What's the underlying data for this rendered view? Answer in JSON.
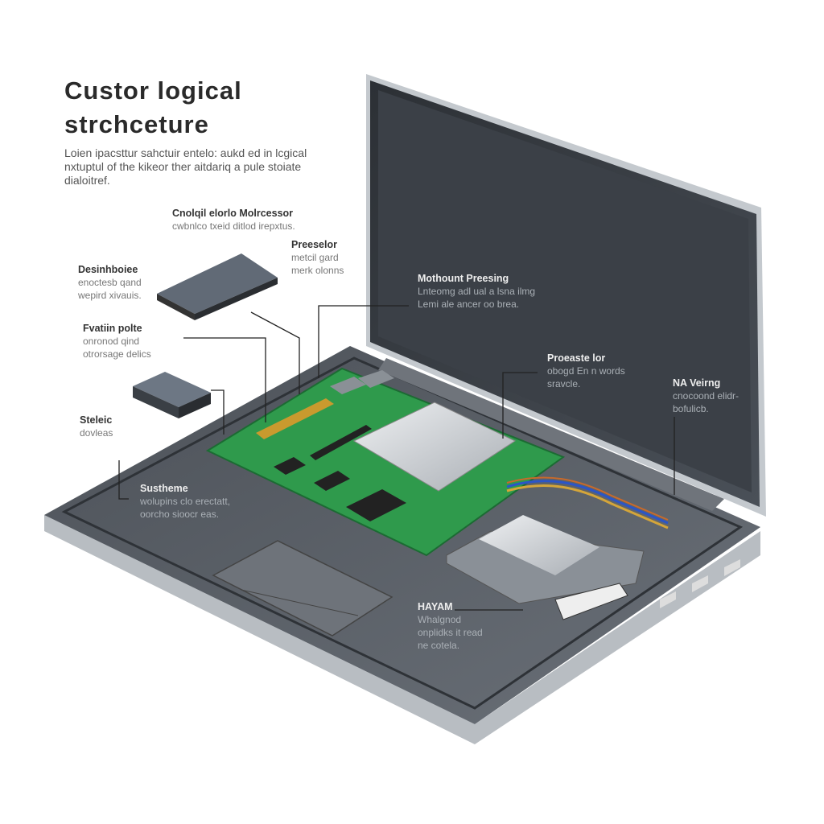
{
  "title": "Custor logical strchceture",
  "intro": "Loien ipacsttur sahctuir entelo: aukd ed in lcgical nxtuptul of the kikeor ther aitdariq a pule stoiate dialoitref.",
  "labels": [
    {
      "id": "microprocessor",
      "title": "Cnolqil elorlo Molrcessor",
      "desc": "cwbnlco txeid ditlod irepxtus."
    },
    {
      "id": "processor-top",
      "title": "Preeselor",
      "desc": "metcil gard merk olonns"
    },
    {
      "id": "desinhboiee",
      "title": "Desinhboiee",
      "desc": "enoctesb qand wepird xivauis."
    },
    {
      "id": "fvatiin-polte",
      "title": "Fvatiin polte",
      "desc": "onronod qind otrorsage delics"
    },
    {
      "id": "steleic",
      "title": "Steleic",
      "desc": "dovleas"
    },
    {
      "id": "sustheme",
      "title": "Sustheme",
      "desc": "wolupins clo erectatt, oorcho sioocr eas."
    },
    {
      "id": "motherboard",
      "title": "Mothount Preesing",
      "desc": "Lnteomg adl ual a lsna ilmg Lemi ale ancer oo brea."
    },
    {
      "id": "processor-right",
      "title": "Proeaste lor",
      "desc": "obogd En n words sravcle."
    },
    {
      "id": "na-veirng",
      "title": "NA Veirng",
      "desc": "cnocoond elidr- bofulicb."
    },
    {
      "id": "hayam",
      "title": "HAYAM",
      "desc": "Whalgnod onplidks it read ne cotela."
    }
  ],
  "colors": {
    "screen": "#3a3f45",
    "body": "#5b6068",
    "pcb": "#2f9a4c",
    "silver": "#c9ced3"
  }
}
